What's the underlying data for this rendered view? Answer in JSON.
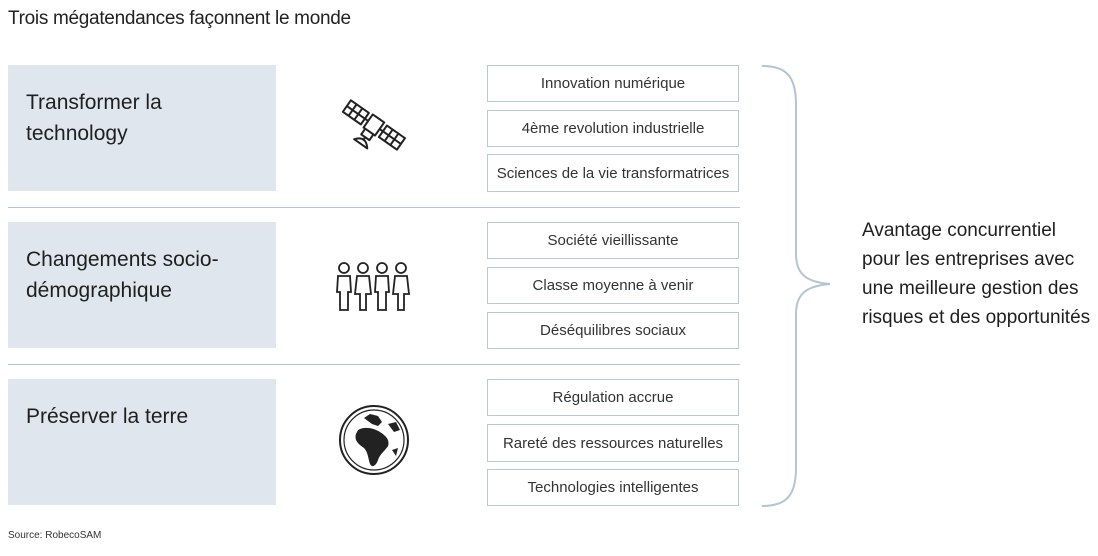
{
  "title": "Trois mégatendances façonnent le monde",
  "trends": [
    {
      "label": "Transformer la technology",
      "icon": "satellite-icon",
      "items": [
        "Innovation numérique",
        "4ème revolution industrielle",
        "Sciences de la vie transformatrices"
      ]
    },
    {
      "label": "Changements socio-démographique",
      "icon": "people-icon",
      "items": [
        "Société vieillissante",
        "Classe moyenne à venir",
        "Déséquilibres sociaux"
      ]
    },
    {
      "label": "Préserver la terre",
      "icon": "globe-icon",
      "items": [
        "Régulation accrue",
        "Rareté des ressources naturelles",
        "Technologies intelligentes"
      ]
    }
  ],
  "conclusion": "Avantage concurrentiel pour les entreprises avec une meilleure gestion des risques et des opportunités",
  "source": "Source: RobecoSAM",
  "colors": {
    "panel": "#dfe6ed",
    "border": "#b9c8d6",
    "line": "#b4c4d4"
  }
}
